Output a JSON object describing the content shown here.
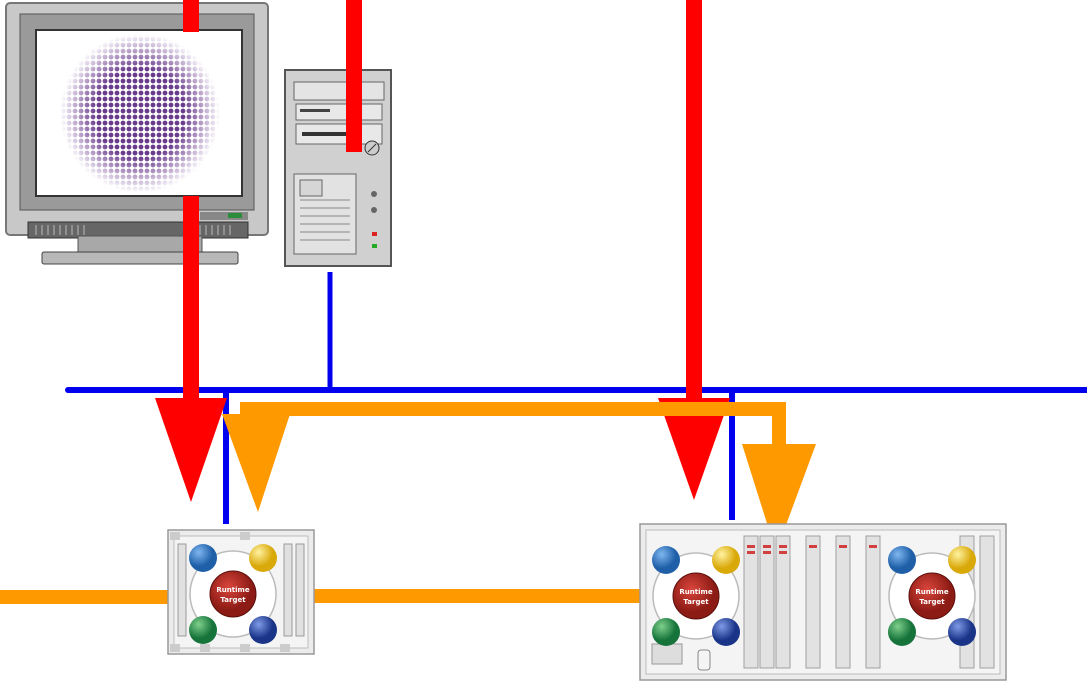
{
  "colors": {
    "network_bus": "#0000ee",
    "download_arrow": "#ff0000",
    "data_flow_arrow": "#ff9900",
    "runtime_core": "#a3231c",
    "quadrant_blue": "#1e6fbf",
    "quadrant_yellow": "#e8c20c",
    "quadrant_green": "#1e8c3a",
    "quadrant_navy": "#1e3f9c",
    "monitor_glow": "#6a3b8c"
  },
  "nodes": {
    "workstation": {
      "icon": "desktop-computer-icon"
    },
    "controller_small": {
      "icon": "plc-rack-icon"
    },
    "controller_large": {
      "icon": "plc-rack-icon"
    }
  },
  "runtime_targets": [
    {
      "line1": "Runtime",
      "line2": "Target"
    },
    {
      "line1": "Runtime",
      "line2": "Target"
    },
    {
      "line1": "Runtime",
      "line2": "Target"
    }
  ]
}
